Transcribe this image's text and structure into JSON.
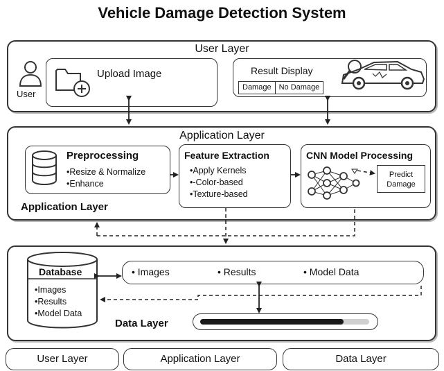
{
  "title": "Vehicle Damage Detection System",
  "user_layer": {
    "heading": "User Layer",
    "user_label": "User",
    "upload_label": "Upload Image",
    "result_title": "Result Display",
    "result_options": [
      "Damage",
      "No Damage"
    ]
  },
  "application_layer": {
    "heading": "Application Layer",
    "footer_label": "Application Layer",
    "preprocessing": {
      "title": "Preprocessing",
      "items": [
        "Resize & Normalize",
        "Enhance"
      ]
    },
    "feature_extraction": {
      "title": "Feature Extraction",
      "items": [
        "Apply Kernels",
        "-Color-based",
        "Texture-based"
      ]
    },
    "cnn": {
      "title": "CNN Model Processing",
      "predict_line1": "Predict",
      "predict_line2": "Damage"
    }
  },
  "data_layer": {
    "label": "Data Layer",
    "database_title": "Database",
    "database_items": [
      "Images",
      "Results",
      "Model Data"
    ],
    "storage_items": [
      "Images",
      "Results",
      "Model Data"
    ],
    "progress_fraction": 0.85
  },
  "tabs": [
    "User Layer",
    "Application Layer",
    "Data Layer"
  ],
  "icons": [
    "user-icon",
    "folder-upload-icon",
    "car-scan-icon",
    "database-icon",
    "neural-network-icon"
  ]
}
